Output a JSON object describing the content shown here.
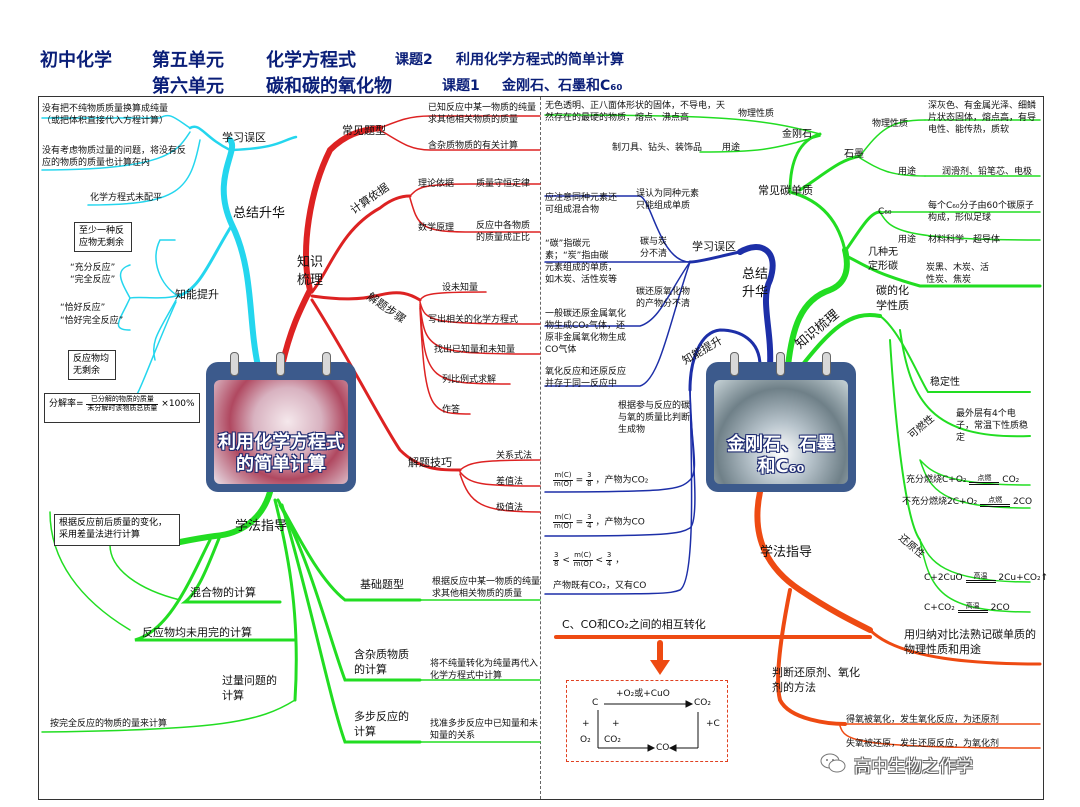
{
  "title": {
    "subject": "初中化学",
    "unit5": "第五单元",
    "unit5_name": "化学方程式",
    "lesson2": "课题2",
    "lesson2_name": "利用化学方程式的简单计算",
    "unit6": "第六单元",
    "unit6_name": "碳和碳的氧化物",
    "lesson1": "课题1",
    "lesson1_name": "金刚石、石墨和C₆₀"
  },
  "left_map": {
    "center_title_1": "利用化学方程式",
    "center_title_2": "的简单计算",
    "summary": {
      "label": "总结升华",
      "mistakes": {
        "label": "学习误区",
        "items": [
          "没有把不纯物质质量换算成纯量（或把体积直接代入方程计算）",
          "没有考虑物质过量的问题，将没有反应的物质的质量也计算在内",
          "化学方程式未配平"
        ]
      },
      "ability": {
        "label": "知能提升",
        "box_1": "至少一种反应物无剩余",
        "quotes_1a": "“充分反应”",
        "quotes_1b": "“完全反应”",
        "quotes_2a": "“恰好反应”",
        "quotes_2b": "“恰好完全反应”",
        "box_2": "反应物均无剩余",
        "decomp_label": "分解率=",
        "decomp_num": "已分解的物质的质量",
        "decomp_den": "未分解时该物质总质量",
        "decomp_times": "×100%"
      }
    },
    "knowledge": {
      "label": "知识梳理",
      "common_types": {
        "label": "常见题型",
        "items": [
          "已知反应中某一物质的纯量求其他相关物质的质量",
          "含杂质物质的有关计算"
        ]
      },
      "basis": {
        "label": "计算依据",
        "theory": "理论依据",
        "theory_value": "质量守恒定律",
        "math": "数学原理",
        "math_value": "反应中各物质的质量成正比"
      },
      "steps": {
        "label": "解题步骤",
        "items": [
          "设未知量",
          "写出相关的化学方程式",
          "找出已知量和未知量",
          "列比例式求解",
          "作答"
        ]
      },
      "techniques": {
        "label": "解题技巧",
        "items": [
          "关系式法",
          "差值法",
          "极值法"
        ]
      }
    },
    "method": {
      "label": "学法指导",
      "note": "根据反应前后质量的变化，采用差量法进行计算",
      "mixture": "混合物的计算",
      "unreacted": "反应物均未用完的计算",
      "excess": "过量问题的计算",
      "excess_note": "按完全反应的物质的量来计算",
      "basic": "基础题型",
      "basic_note": "根据反应中某一物质的纯量求其他相关物质的质量",
      "impure": "含杂质物质的计算",
      "impure_note": "将不纯量转化为纯量再代入化学方程式中计算",
      "multistep": "多步反应的计算",
      "multistep_note": "找准多步反应中已知量和未知量的关系"
    }
  },
  "right_map": {
    "center_title_1": "金刚石、石墨",
    "center_title_2": "和C₆₀",
    "summary": {
      "label": "总结升华",
      "mistakes": {
        "label": "学习误区",
        "m1a": "应注意同种元素还可组成混合物",
        "m1b": "误认为同种元素只能组成单质",
        "m2a": "“碳”指碳元素；“炭”指由碳元素组成的单质，如木炭、活性炭等",
        "m2b": "碳与炭分不清",
        "m3a": "一般碳还原金属氧化物生成CO₂气体，还原非金属氧化物生成CO气体",
        "m3b": "碳还原氧化物的产物分不清",
        "m4a": "氧化反应和还原反应并存于同一反应中"
      },
      "ability": {
        "label": "知能提升",
        "note": "根据参与反应的碳与氧的质量比判断生成物",
        "ratio_1_tail": "，产物为CO₂",
        "ratio_2_tail": "，产物为CO",
        "ratio_3_tail": "，",
        "ratio_3_result": "产物既有CO₂，又有CO",
        "mc": "m(C)",
        "mo": "m(O)",
        "three": "3",
        "four": "4",
        "eight": "8",
        "eq": "=",
        "lt": "<"
      }
    },
    "knowledge": {
      "label": "知识梳理",
      "common": {
        "label": "常见碳单质",
        "diamond": {
          "label": "金刚石",
          "props_label": "物理性质",
          "props": "无色透明、正八面体形状的固体，不导电，天然存在的最硬的物质，熔点、沸点高",
          "use_label": "用途",
          "use": "制刀具、钻头、装饰品"
        },
        "graphite": {
          "label": "石墨",
          "props_label": "物理性质",
          "props": "深灰色、有金属光泽、细鳞片状态固体，熔点高，有导电性、能传热，质软",
          "use_label": "用途",
          "use": "润滑剂、铅笔芯、电极"
        },
        "c60": {
          "label": "C₆₀",
          "struct": "每个C₆₀分子由60个碳原子构成，形似足球",
          "use_label": "用途",
          "use": "材料科学，超导体"
        },
        "amorphous": {
          "label": "几种无定形碳",
          "items": "炭黑、木炭、活性炭、焦炭"
        }
      },
      "chem": {
        "label": "碳的化学性质",
        "stability": "稳定性",
        "stability_note": "最外层有4个电子，常温下性质稳定",
        "flammability": "可燃性",
        "burn_full_label": "充分燃烧",
        "burn_full_lhs": "C+O₂",
        "burn_full_rhs": "CO₂",
        "burn_part_label": "不充分燃烧",
        "burn_part_lhs": "2C+O₂",
        "burn_part_rhs": "2CO",
        "ignite": "点燃",
        "reducing": "还原性",
        "red_1_lhs": "C+2CuO",
        "red_1_rhs": "2Cu+CO₂↑",
        "red_2_lhs": "C+CO₂",
        "red_2_rhs": "2CO",
        "high_temp": "高温"
      }
    },
    "method": {
      "label": "学法指导",
      "summary_note": "用归纳对比法熟记碳单质的物理性质和用途",
      "judge_label": "判断还原剂、氧化剂的方法",
      "judge_1": "得氧被氧化，发生氧化反应，为还原剂",
      "judge_2": "失氧被还原，发生还原反应，为氧化剂"
    },
    "conversion": {
      "title": "C、CO和CO₂之间的相互转化",
      "c": "C",
      "co": "CO",
      "co2": "CO₂",
      "o2": "O₂",
      "top_label": "+O₂或+CuO",
      "plus_c": "+C",
      "plus": "+"
    }
  },
  "watermark": "高中生物之作学",
  "colors": {
    "title": "#0a1e78",
    "red": "#dd2222",
    "blue": "#1d2fa8",
    "cyan": "#24d6ee",
    "green": "#22dd22",
    "orange": "#ee4a12",
    "calendar": "#3c5a8c"
  }
}
